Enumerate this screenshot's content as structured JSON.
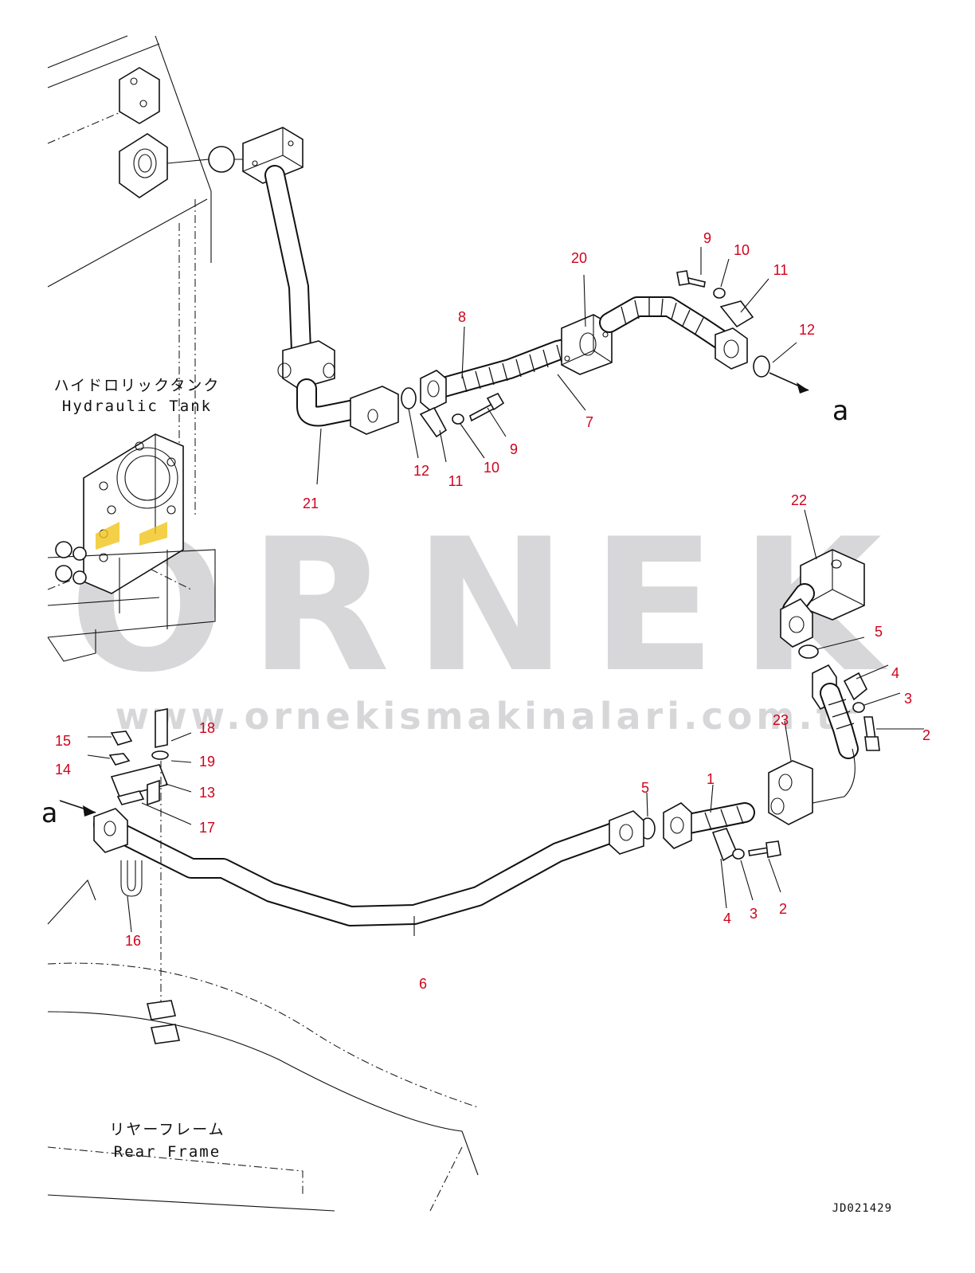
{
  "watermark": {
    "brand": "ORNEK",
    "url": "www.ornekismakinalari.com.tr"
  },
  "labels": {
    "hydraulic_tank_jp": "ハイドロリックタンク",
    "hydraulic_tank_en": "Hydraulic Tank",
    "rear_frame_jp": "リヤーフレーム",
    "rear_frame_en": "Rear Frame"
  },
  "ref_letter": "a",
  "drawing_id": "JD021429",
  "colors": {
    "part_number": "#d0021b",
    "line": "#111111",
    "watermark": "#d7d7da",
    "highlight": "#f0c419"
  },
  "part_numbers": {
    "p1": "1",
    "p2a": "2",
    "p2b": "2",
    "p3a": "3",
    "p3b": "3",
    "p4a": "4",
    "p4b": "4",
    "p5a": "5",
    "p5b": "5",
    "p6": "6",
    "p7": "7",
    "p8": "8",
    "p9a": "9",
    "p9b": "9",
    "p10a": "10",
    "p10b": "10",
    "p11a": "11",
    "p11b": "11",
    "p12a": "12",
    "p12b": "12",
    "p13": "13",
    "p14": "14",
    "p15": "15",
    "p16": "16",
    "p17": "17",
    "p18": "18",
    "p19": "19",
    "p20": "20",
    "p21": "21",
    "p22": "22",
    "p23": "23"
  }
}
